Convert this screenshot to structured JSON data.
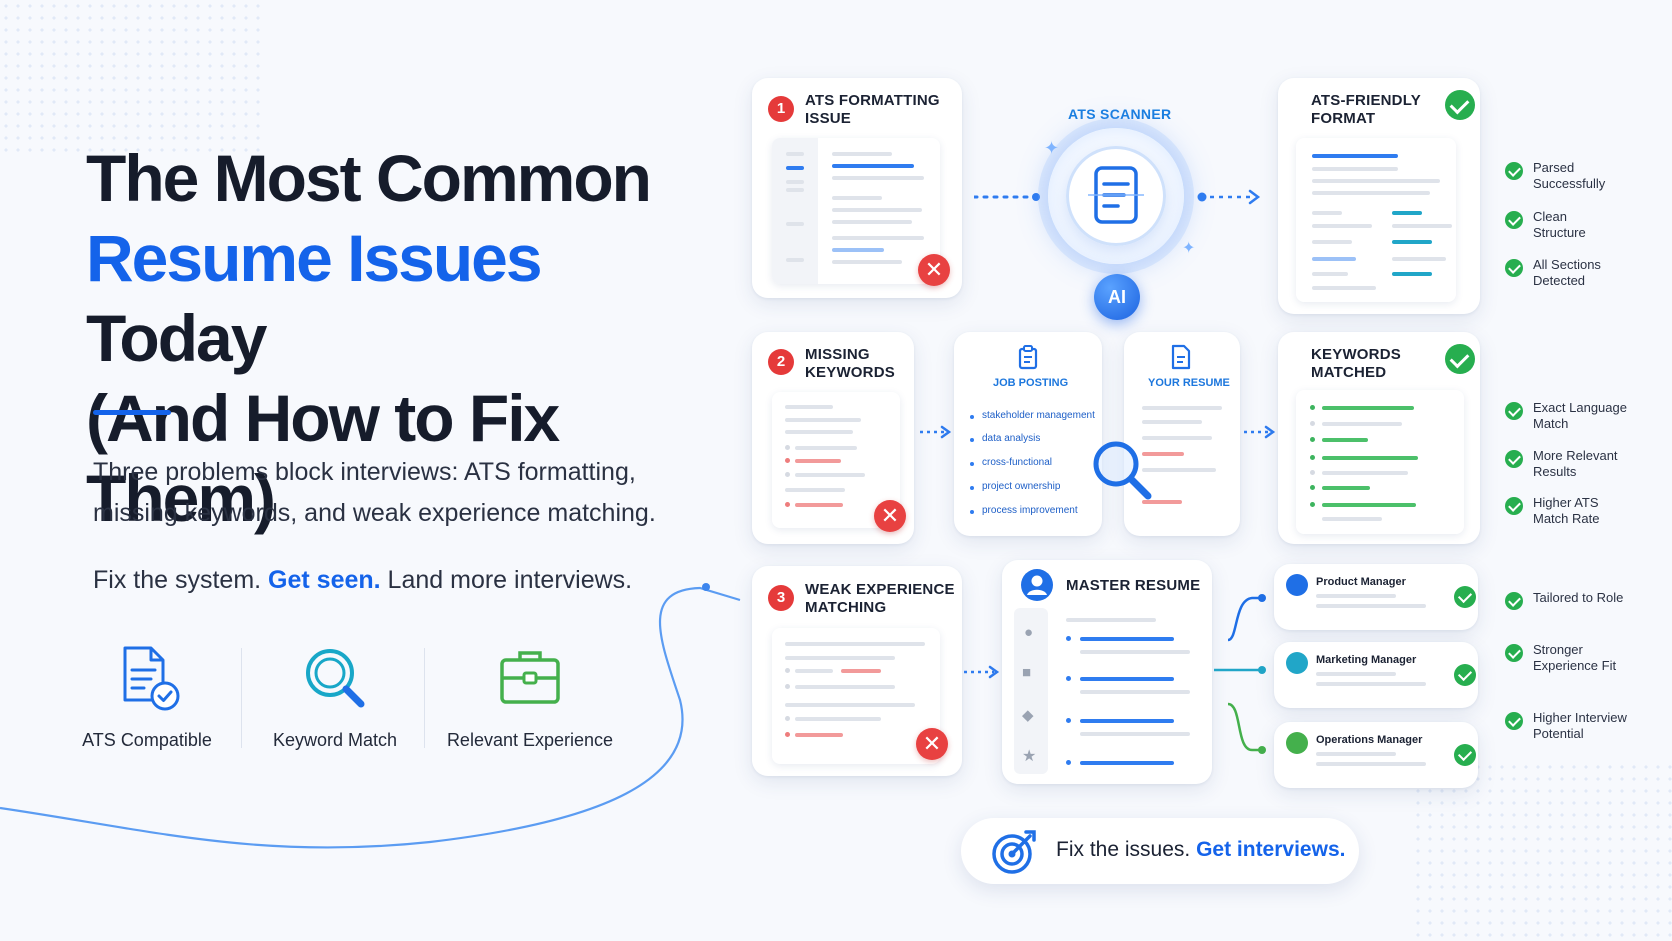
{
  "headline": {
    "line1": "The Most Common",
    "line2_blue": "Resume Issues",
    "line2_rest": " Today",
    "line3": "(And How to Fix Them)"
  },
  "description": "Three problems block interviews: ATS formatting, missing keywords, and weak experience matching.",
  "tagline": {
    "part1": "Fix the system. ",
    "blue": "Get seen.",
    "part2": " Land more interviews."
  },
  "features": [
    {
      "label": "ATS Compatible",
      "icon": "ats-document-check-icon"
    },
    {
      "label": "Keyword Match",
      "icon": "magnifier-icon"
    },
    {
      "label": "Relevant Experience",
      "icon": "briefcase-icon"
    }
  ],
  "issues": [
    {
      "number": "1",
      "title_l1": "ATS FORMATTING",
      "title_l2": "ISSUE"
    },
    {
      "number": "2",
      "title_l1": "MISSING",
      "title_l2": "KEYWORDS"
    },
    {
      "number": "3",
      "title_l1": "WEAK EXPERIENCE",
      "title_l2": "MATCHING"
    }
  ],
  "scanner": {
    "label": "ATS SCANNER",
    "ai": "AI"
  },
  "fix1": {
    "title_l1": "ATS-FRIENDLY",
    "title_l2": "FORMAT",
    "benefits": [
      {
        "l1": "Parsed",
        "l2": "Successfully"
      },
      {
        "l1": "Clean",
        "l2": "Structure"
      },
      {
        "l1": "All Sections",
        "l2": "Detected"
      }
    ]
  },
  "job_posting": {
    "title": "JOB POSTING",
    "keywords": [
      "stakeholder management",
      "data analysis",
      "cross-functional",
      "project ownership",
      "process improvement"
    ]
  },
  "your_resume": {
    "title": "YOUR RESUME"
  },
  "fix2": {
    "title_l1": "KEYWORDS",
    "title_l2": "MATCHED",
    "benefits": [
      {
        "l1": "Exact Language",
        "l2": "Match"
      },
      {
        "l1": "More Relevant",
        "l2": "Results"
      },
      {
        "l1": "Higher ATS",
        "l2": "Match Rate"
      }
    ]
  },
  "master_resume": {
    "title": "MASTER RESUME"
  },
  "roles": [
    "Product Manager",
    "Marketing Manager",
    "Operations Manager"
  ],
  "fix3": {
    "benefits": [
      {
        "l1": "Tailored to Role",
        "l2": ""
      },
      {
        "l1": "Stronger",
        "l2": "Experience Fit"
      },
      {
        "l1": "Higher Interview",
        "l2": "Potential"
      }
    ]
  },
  "footer": {
    "part1": "Fix the issues. ",
    "blue": "Get interviews."
  },
  "colors": {
    "accent": "#1463ea",
    "error": "#e53a3a",
    "success": "#27ae4f",
    "teal": "#21a6c8",
    "green": "#4cb04a"
  }
}
